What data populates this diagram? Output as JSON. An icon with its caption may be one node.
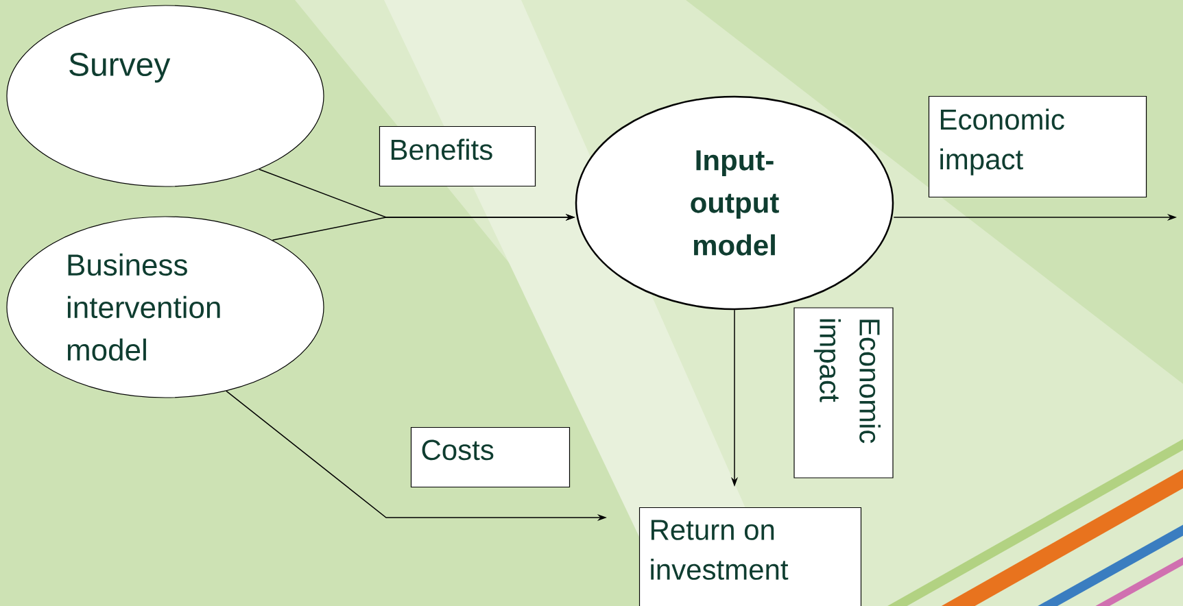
{
  "diagram": {
    "nodes": [
      {
        "text": [
          "Survey"
        ]
      },
      {
        "text": [
          "Business intervention model"
        ]
      },
      {
        "text": [
          "Benefits"
        ]
      },
      {
        "text": [
          "Input-output model"
        ]
      },
      {
        "text": [
          "Economic impact"
        ]
      },
      {
        "text": [
          "Economic impact"
        ]
      },
      {
        "text": [
          "Costs"
        ]
      },
      {
        "text": [
          "Return on investment"
        ]
      }
    ],
    "edges": [
      {
        "from": 0,
        "to": 3,
        "arrow": "to"
      },
      {
        "from": 1,
        "to": 3,
        "arrow": "to"
      },
      {
        "from": 3,
        "to": null,
        "arrow": "to"
      },
      {
        "from": 3,
        "to": 7,
        "arrow": "to"
      },
      {
        "from": 1,
        "to": 7,
        "arrow": "to"
      }
    ]
  }
}
